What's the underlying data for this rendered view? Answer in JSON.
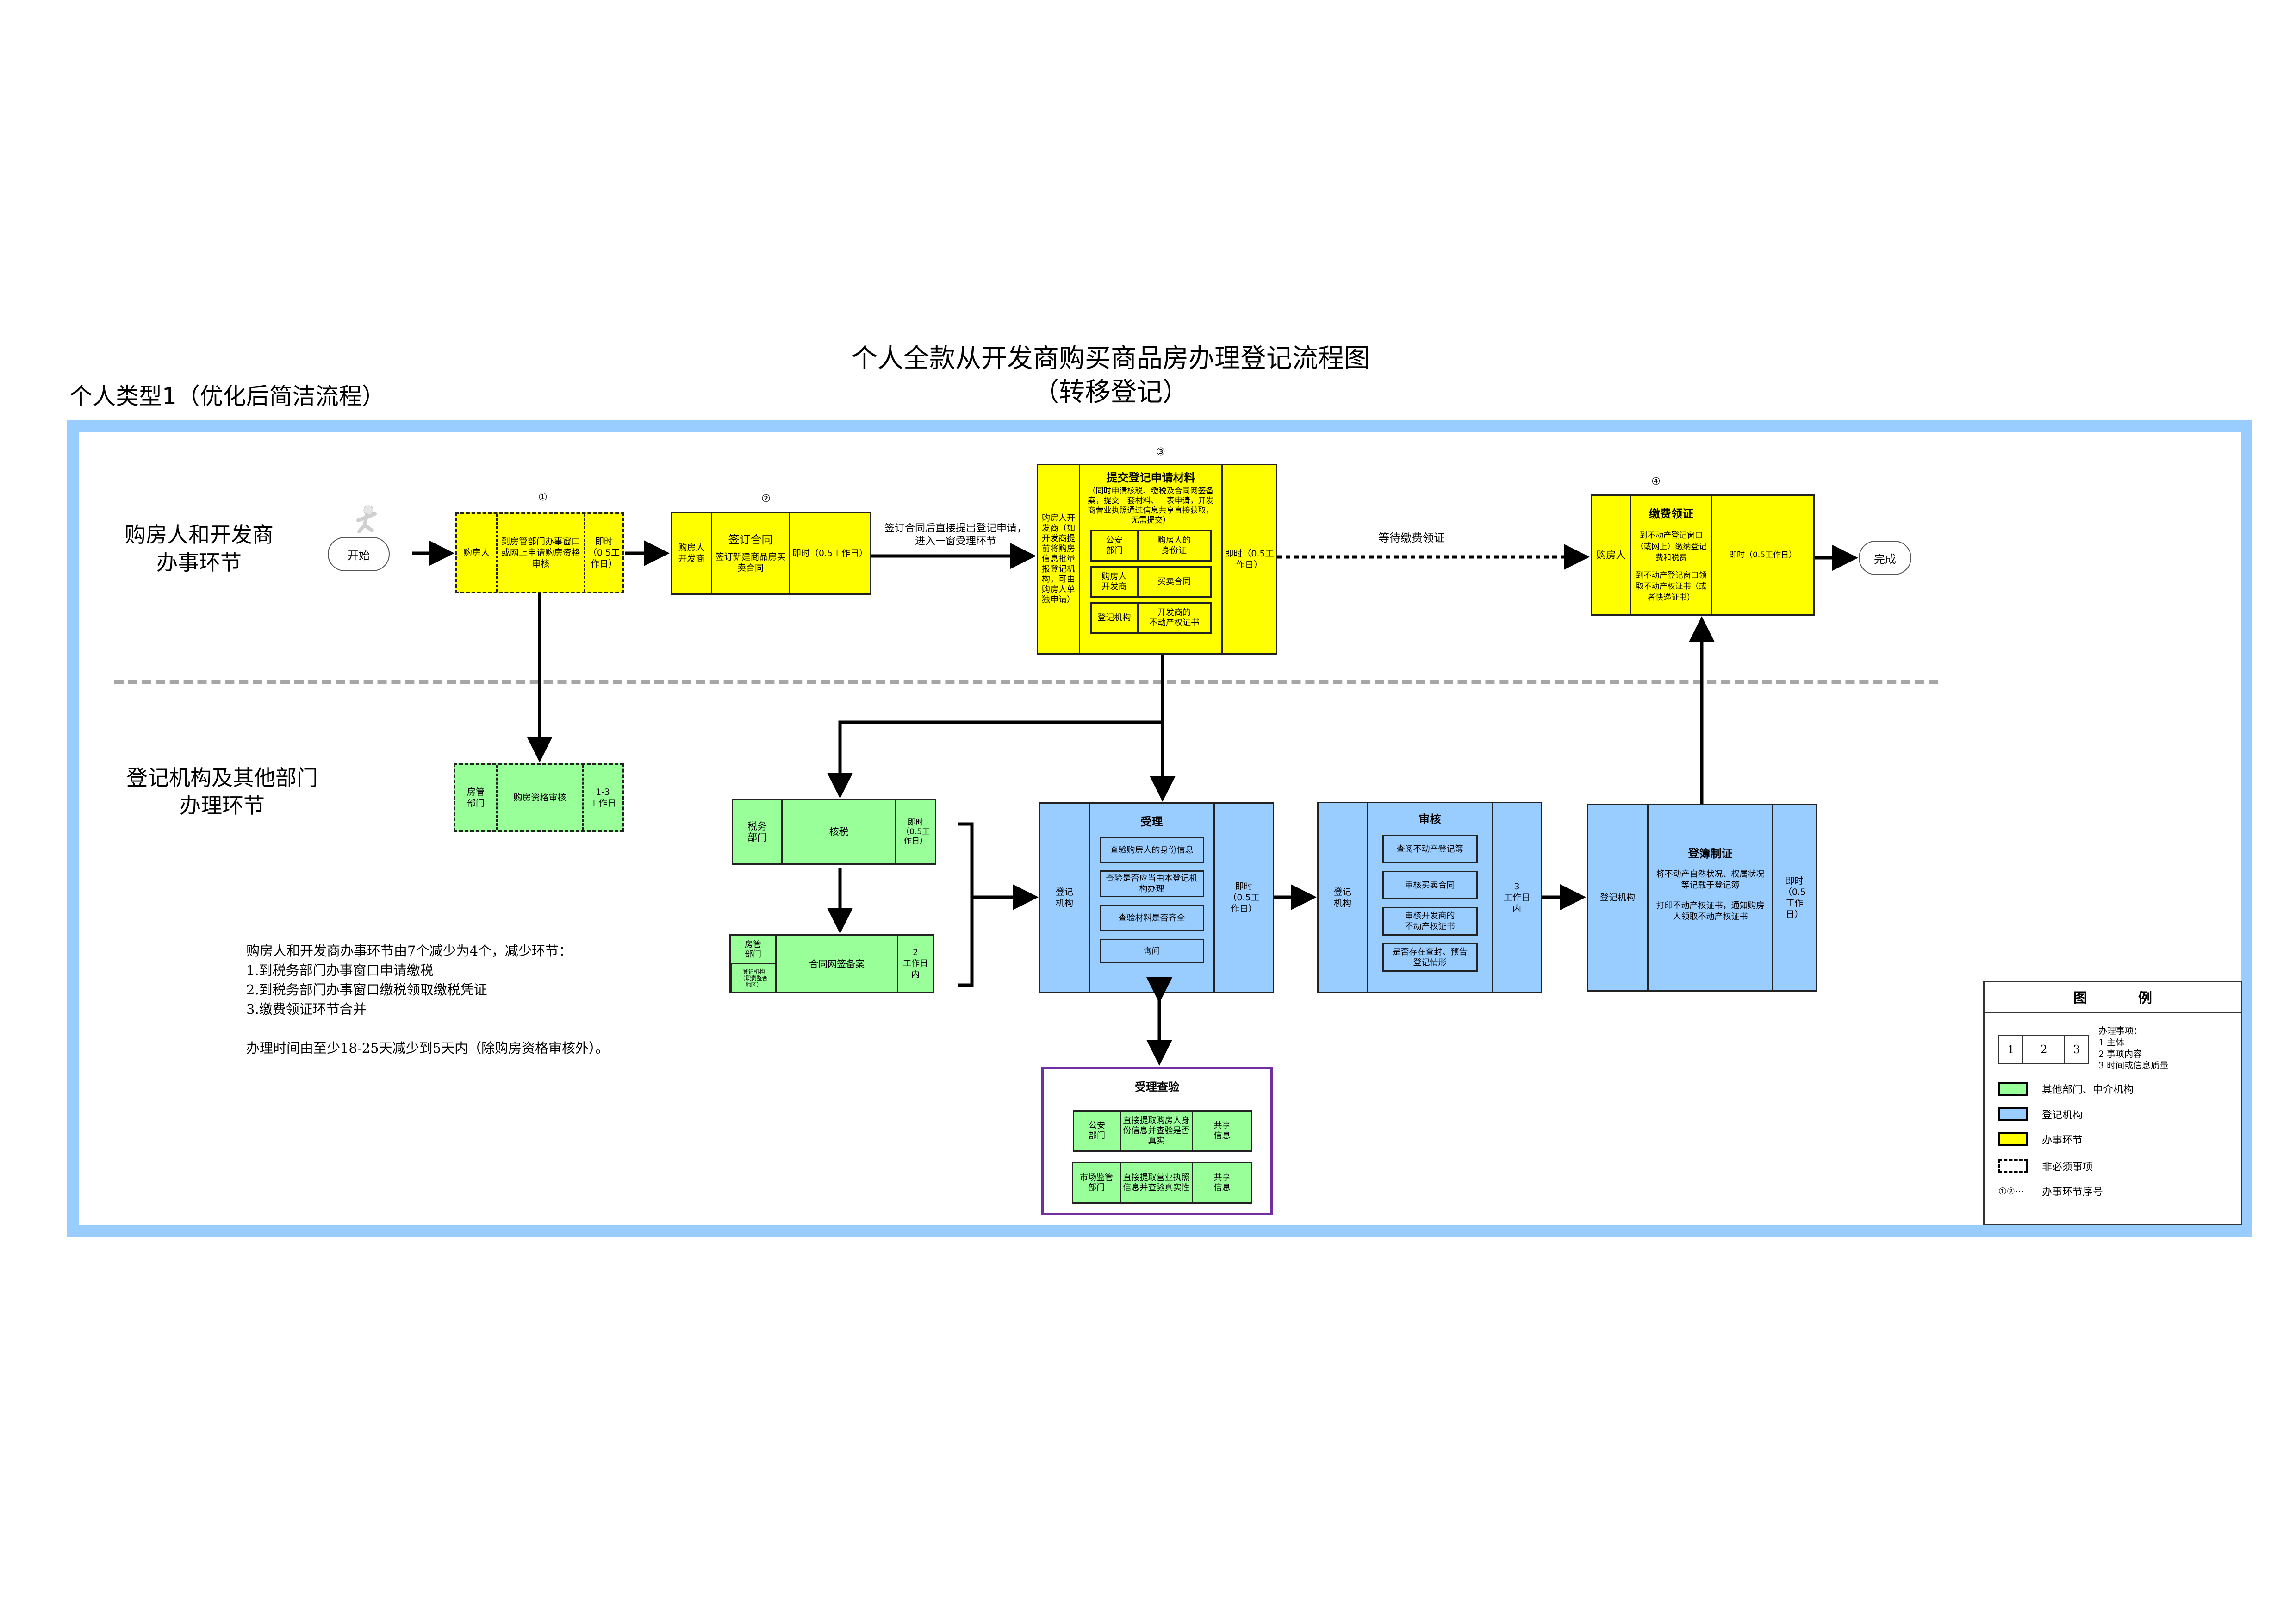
{
  "page": {
    "title_line1": "个人全款从开发商购买商品房办理登记流程图",
    "title_line2": "（转移登记）",
    "subtitle": "个人类型1（优化后简洁流程）"
  },
  "colors": {
    "frame": "#99ccff",
    "applicant_step": "#ffff00",
    "other_department": "#99ff99",
    "registry": "#99ccff",
    "verification_border": "#7030a0",
    "lane_divider": "#a6a6a6"
  },
  "lanes": {
    "top": "购房人和开发商\n办事环节",
    "bottom": "登记机构及其他部门\n办理环节"
  },
  "start": {
    "label": "开始",
    "icon": "running-person-icon"
  },
  "end": {
    "label": "完成"
  },
  "steps": [
    {
      "number": "①",
      "subject": "购房人",
      "content": "到房管部门办事窗口或网上申请购房资格审核",
      "time": "即时（0.5工作日）",
      "optional": true
    },
    {
      "number": "②",
      "subject": "购房人\n开发商",
      "heading": "签订合同",
      "content": "签订新建商品房买卖合同",
      "time": "即时（0.5工作日）"
    },
    {
      "number": "③",
      "subject": "购房人开发商（如开发商提前将购房信息批量报登记机构，可由购房人单独申请）",
      "heading": "提交登记申请材料",
      "content": "（同时申请核税、缴税及合同网签备案，提交一套材料、一表申请，开发商营业执照通过信息共享直接获取，无需提交）",
      "materials": [
        {
          "provider": "公安\n部门",
          "item": "购房人的\n身份证"
        },
        {
          "provider": "购房人\n开发商",
          "item": "买卖合同"
        },
        {
          "provider": "登记机构",
          "item": "开发商的\n不动产权证书"
        }
      ],
      "time": "即时（0.5工作日）"
    },
    {
      "number": "④",
      "subject": "购房人",
      "heading": "缴费领证",
      "content_lines": [
        "到不动产登记窗口（或网上）缴纳登记费和税费",
        "到不动产登记窗口领取不动产权证书（或者快递证书）"
      ],
      "time": "即时（0.5工作日）"
    }
  ],
  "connectors": {
    "step2_to_step3": "签订合同后直接提出登记申请，\n进入一窗受理环节",
    "step3_to_step4": "等待缴费领证"
  },
  "back_office": {
    "qualification": {
      "subject": "房管\n部门",
      "content": "购房资格审核",
      "time": "1-3\n工作日",
      "optional": true
    },
    "tax": {
      "subject": "税务\n部门",
      "content": "核税",
      "time": "即时\n（0.5工\n作日）"
    },
    "filing": {
      "subject": "房管\n部门",
      "subject2": "登记机构\n（职责整合\n地区）",
      "content": "合同网签备案",
      "time": "2\n工作日\n内"
    },
    "acceptance": {
      "subject": "登记\n机构",
      "heading": "受理",
      "items": [
        "查验购房人的身份信息",
        "查验是否应当由本登记机构办理",
        "查验材料是否齐全",
        "询问"
      ],
      "time": "即时\n（0.5工\n作日）"
    },
    "review": {
      "subject": "登记\n机构",
      "heading": "审核",
      "items": [
        "查阅不动产登记簿",
        "审核买卖合同",
        "审核开发商的\n不动产权证书",
        "是否存在查封、预告\n登记情形"
      ],
      "time": "3\n工作日\n内"
    },
    "registration": {
      "subject": "登记机构",
      "heading": "登簿制证",
      "content_lines": [
        "将不动产自然状况、权属状况等记载于登记簿",
        "打印不动产权证书，通知购房人领取不动产权证书"
      ],
      "time": "即时\n（0.5\n工作\n日）"
    },
    "verification": {
      "heading": "受理查验",
      "rows": [
        {
          "dept": "公安\n部门",
          "action": "直接提取购房人身份信息并查验是否真实",
          "result": "共享\n信息"
        },
        {
          "dept": "市场监管\n部门",
          "action": "直接提取营业执照信息并查验真实性",
          "result": "共享\n信息"
        }
      ]
    }
  },
  "notes": {
    "lines": [
      "购房人和开发商办事环节由7个减少为4个，减少环节：",
      "1.到税务部门办事窗口申请缴税",
      "2.到税务部门办事窗口缴税领取缴税凭证",
      "3.缴费领证环节合并"
    ],
    "summary": "办理时间由至少18-25天减少到5天内（除购房资格审核外）。"
  },
  "legend": {
    "title_a": "图",
    "title_b": "例",
    "key_cells": [
      "1",
      "2",
      "3"
    ],
    "key_caption": "办理事项：",
    "key_items": [
      "1 主体",
      "2 事项内容",
      "3 时间或信息质量"
    ],
    "entries": [
      {
        "swatch": "green",
        "label": "其他部门、中介机构"
      },
      {
        "swatch": "blue",
        "label": "登记机构"
      },
      {
        "swatch": "yellow",
        "label": "办事环节"
      },
      {
        "swatch": "dashed",
        "label": "非必须事项"
      },
      {
        "swatch": "numbers",
        "symbol": "①②···",
        "label": "办事环节序号"
      }
    ]
  }
}
